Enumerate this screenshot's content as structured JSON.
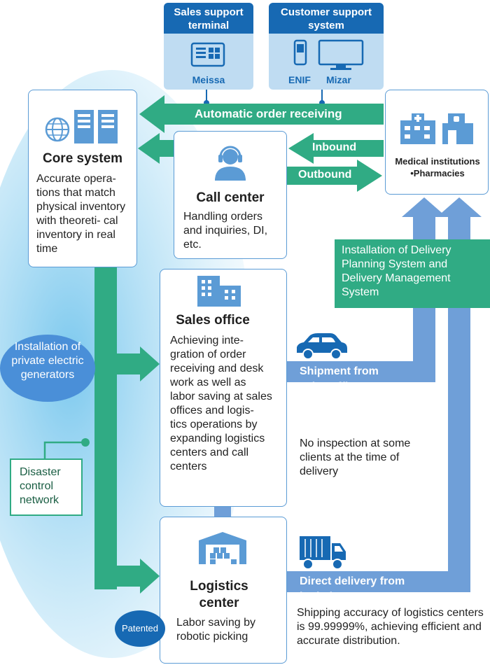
{
  "terminals": {
    "sales": {
      "header": "Sales support terminal",
      "label": "Meissa"
    },
    "customer": {
      "header": "Customer support system",
      "label_1": "ENIF",
      "label_2": "Mizar"
    }
  },
  "arrows": {
    "automatic_order": "Automatic order receiving",
    "inbound": "Inbound",
    "outbound": "Outbound",
    "shipment_sales": "Shipment from sales offices",
    "direct_delivery": "Direct delivery from logistics centers"
  },
  "core_system": {
    "title": "Core system",
    "text": "Accurate opera- tions that match physical inventory with theoreti- cal inventory in real time"
  },
  "call_center": {
    "title": "Call center",
    "text": "Handling orders and inquiries, DI, etc."
  },
  "medical": {
    "title": "Medical institutions •Pharmacies"
  },
  "sales_office": {
    "title": "Sales office",
    "text": "Achieving inte- gration of order receiving and desk work as well as labor saving at sales offices and logis- tics operations by expanding logistics centers and call centers"
  },
  "logistics_center": {
    "title": "Logistics center",
    "text": "Labor saving by robotic picking"
  },
  "delivery_system": {
    "text": "Installation of Delivery Planning System and Delivery Management System"
  },
  "generators": {
    "text": "Installation of private electric generators"
  },
  "disaster": {
    "text": "Disaster control network"
  },
  "notes": {
    "no_inspection": "No inspection at some clients at the time of delivery",
    "accuracy": "Shipping accuracy of logistics centers is 99.99999%, achieving efficient and accurate distribution."
  },
  "badge": {
    "patented": "Patented"
  },
  "colors": {
    "green": "#30ab84",
    "blue_arrow": "#6f9fd8",
    "header_blue": "#1769b3",
    "light_blue": "#bfdcf2"
  }
}
